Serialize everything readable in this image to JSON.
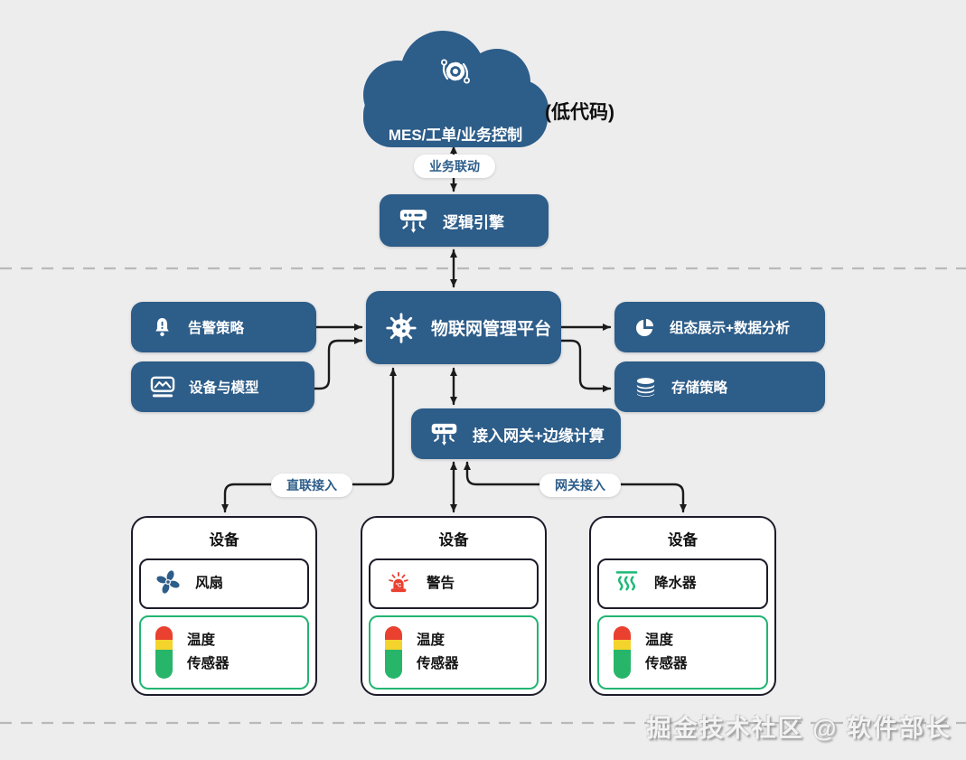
{
  "page": {
    "background": "#ededee",
    "watermark": "掘金技术社区 @ 软件部长"
  },
  "colors": {
    "node_blue": "#2d5d89",
    "arrow_black": "#1b1b1b",
    "sensor_green": "#22b573",
    "alarm_red": "#e9402f",
    "indicator_yellow": "#f4d32d",
    "indicator_green": "#27b56a",
    "dashed_gray": "#b9b9b9"
  },
  "cloud": {
    "label": "MES/工单/业务控制",
    "icon": "gear-sync-icon",
    "side_note": "(低代码)"
  },
  "edge_labels": {
    "business_link": "业务联动",
    "direct_access": "直联接入",
    "gateway_access": "网关接入"
  },
  "nodes": {
    "logic_engine": {
      "label": "逻辑引擎",
      "icon": "router-icon"
    },
    "platform": {
      "label": "物联网管理平台",
      "icon": "iot-hub-icon"
    },
    "alert_policy": {
      "label": "告警策略",
      "icon": "alert-bell-icon"
    },
    "device_model": {
      "label": "设备与模型",
      "icon": "device-model-icon"
    },
    "visualization": {
      "label": "组态展示+数据分析",
      "icon": "pie-chart-icon"
    },
    "storage_policy": {
      "label": "存储策略",
      "icon": "database-icon"
    },
    "gateway": {
      "label": "接入网关+边缘计算",
      "icon": "router-icon"
    }
  },
  "devices": [
    {
      "title": "设备",
      "actuator": {
        "label": "风扇",
        "icon": "fan-icon"
      },
      "sensor": {
        "label": "温度\n传感器",
        "icon": "temp-sensor-icon"
      }
    },
    {
      "title": "设备",
      "actuator": {
        "label": "警告",
        "icon": "siren-icon"
      },
      "sensor": {
        "label": "温度\n传感器",
        "icon": "temp-sensor-icon"
      }
    },
    {
      "title": "设备",
      "actuator": {
        "label": "降水器",
        "icon": "steam-icon"
      },
      "sensor": {
        "label": "温度\n传感器",
        "icon": "temp-sensor-icon"
      }
    }
  ]
}
